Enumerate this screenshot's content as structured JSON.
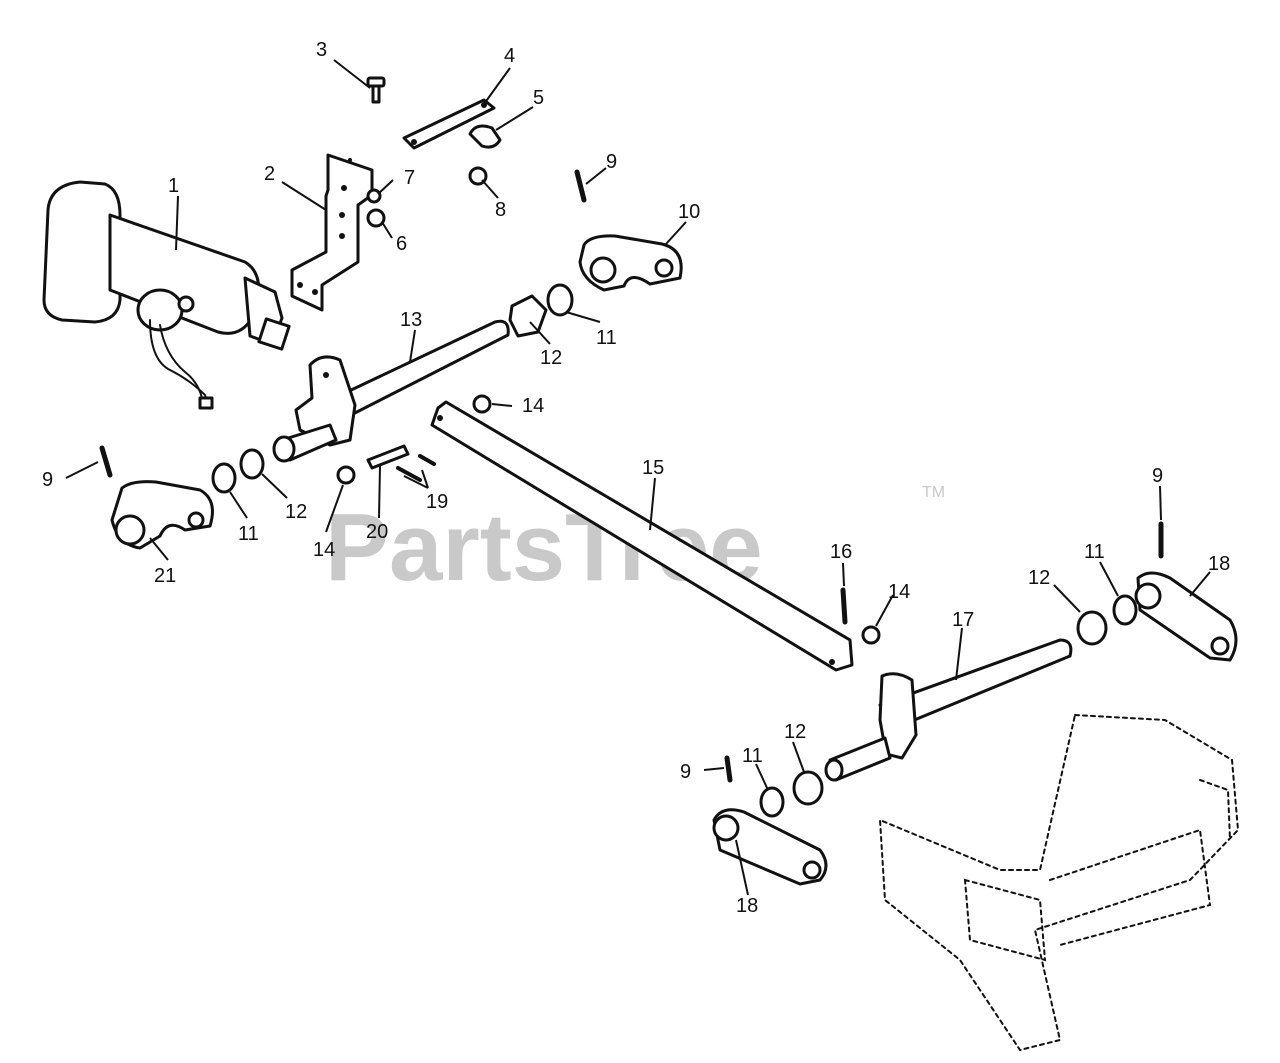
{
  "watermark": {
    "brand": "PartsTree",
    "trademark": "TM"
  },
  "callouts": [
    "1",
    "2",
    "3",
    "4",
    "5",
    "6",
    "7",
    "8",
    "9",
    "10",
    "11",
    "12",
    "13",
    "14",
    "15",
    "16",
    "17",
    "18",
    "19",
    "20",
    "21"
  ],
  "colors": {
    "line": "#111111",
    "background": "#ffffff",
    "watermark": "#c9c9c9"
  }
}
